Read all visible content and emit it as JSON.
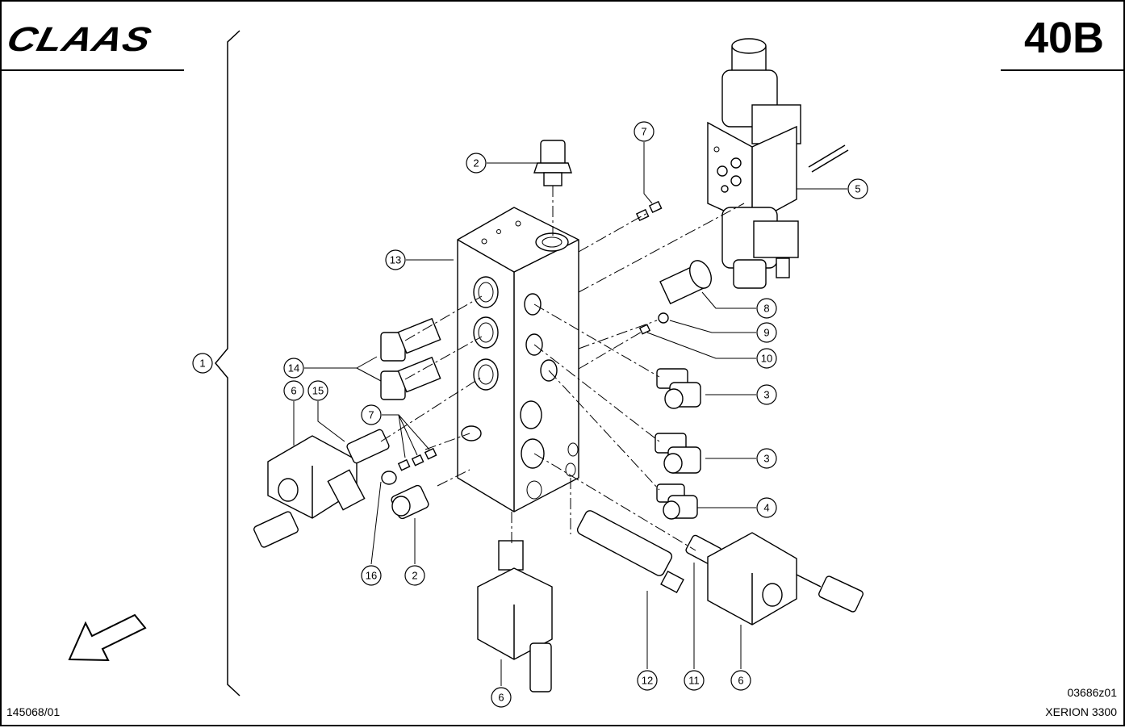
{
  "header": {
    "brand": "CLAAS",
    "sheet_code": "40B"
  },
  "footer": {
    "document_number": "145068/01",
    "drawing_reference": "03686z01",
    "model": "XERION 3300"
  },
  "callouts": [
    "1",
    "2",
    "7",
    "5",
    "13",
    "8",
    "9",
    "10",
    "14",
    "6",
    "15",
    "7",
    "3",
    "3",
    "4",
    "16",
    "2",
    "12",
    "11",
    "6",
    "6"
  ],
  "icons": [
    "direction-arrow-icon"
  ]
}
